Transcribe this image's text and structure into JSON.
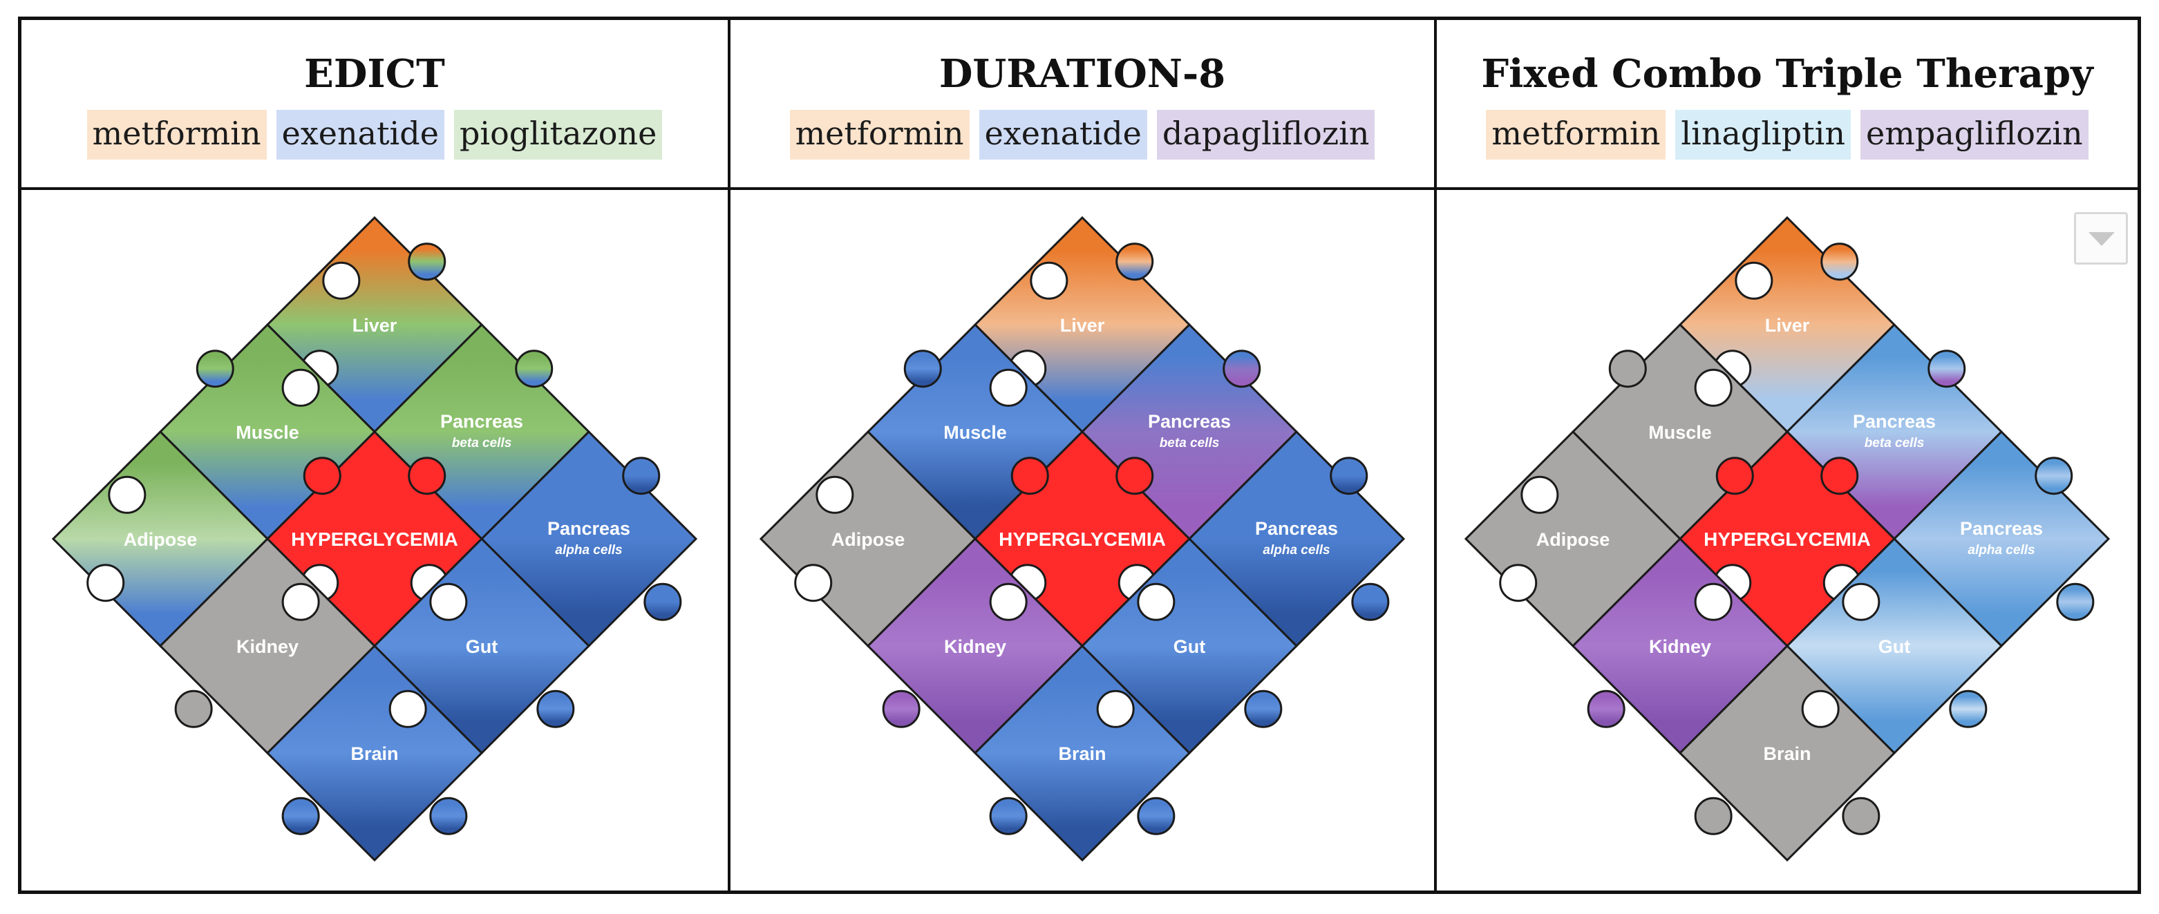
{
  "panels": [
    {
      "title": "EDICT",
      "drugs": [
        {
          "name": "metformin",
          "color": "#fbe3cc"
        },
        {
          "name": "exenatide",
          "color": "#cfdcf6"
        },
        {
          "name": "pioglitazone",
          "color": "#d9ebd3"
        }
      ],
      "pieces": {
        "liver": {
          "label": "Liver",
          "colors": [
            "#ea7a2c",
            "#8fc471",
            "#4d7fd0"
          ]
        },
        "muscle": {
          "label": "Muscle",
          "colors": [
            "#7cb35c",
            "#8fc471",
            "#4d7fd0"
          ]
        },
        "pbeta": {
          "label": "Pancreas",
          "sub": "beta cells",
          "colors": [
            "#7cb35c",
            "#8fc471",
            "#4d7fd0"
          ]
        },
        "adipose": {
          "label": "Adipose",
          "colors": [
            "#7cb35c",
            "#b9d9a8",
            "#4d7fd0"
          ]
        },
        "hyper": {
          "label": "HYPERGLYCEMIA",
          "colors": [
            "#ff2b2b",
            "#ff2b2b",
            "#ff2b2b"
          ]
        },
        "palpha": {
          "label": "Pancreas",
          "sub": "alpha cells",
          "colors": [
            "#4d7fd0",
            "#4d7fd0",
            "#2d55a0"
          ]
        },
        "kidney": {
          "label": "Kidney",
          "colors": [
            "#a9a7a5",
            "#a9a7a5",
            "#a9a7a5"
          ]
        },
        "gut": {
          "label": "Gut",
          "colors": [
            "#4d7fd0",
            "#5d8fdc",
            "#2d55a0"
          ]
        },
        "brain": {
          "label": "Brain",
          "colors": [
            "#4d7fd0",
            "#5d8fdc",
            "#2d55a0"
          ]
        }
      }
    },
    {
      "title": "DURATION-8",
      "drugs": [
        {
          "name": "metformin",
          "color": "#fbe3cc"
        },
        {
          "name": "exenatide",
          "color": "#cfdcf6"
        },
        {
          "name": "dapagliflozin",
          "color": "#ddd3ea"
        }
      ],
      "pieces": {
        "liver": {
          "label": "Liver",
          "colors": [
            "#ea7a2c",
            "#f2b98d",
            "#4d7fd0"
          ]
        },
        "muscle": {
          "label": "Muscle",
          "colors": [
            "#4d7fd0",
            "#5d8fdc",
            "#2d55a0"
          ]
        },
        "pbeta": {
          "label": "Pancreas",
          "sub": "beta cells",
          "colors": [
            "#4d7fd0",
            "#8d74c4",
            "#9960bd"
          ]
        },
        "adipose": {
          "label": "Adipose",
          "colors": [
            "#a9a7a5",
            "#a9a7a5",
            "#a9a7a5"
          ]
        },
        "hyper": {
          "label": "HYPERGLYCEMIA",
          "colors": [
            "#ff2b2b",
            "#ff2b2b",
            "#ff2b2b"
          ]
        },
        "palpha": {
          "label": "Pancreas",
          "sub": "alpha cells",
          "colors": [
            "#4d7fd0",
            "#4d7fd0",
            "#2d55a0"
          ]
        },
        "kidney": {
          "label": "Kidney",
          "colors": [
            "#9960bd",
            "#a878cc",
            "#8454b0"
          ]
        },
        "gut": {
          "label": "Gut",
          "colors": [
            "#4d7fd0",
            "#5d8fdc",
            "#2d55a0"
          ]
        },
        "brain": {
          "label": "Brain",
          "colors": [
            "#4d7fd0",
            "#5d8fdc",
            "#2d55a0"
          ]
        }
      }
    },
    {
      "title": "Fixed Combo Triple Therapy",
      "drugs": [
        {
          "name": "metformin",
          "color": "#fbe3cc"
        },
        {
          "name": "linagliptin",
          "color": "#d7eef8"
        },
        {
          "name": "empagliflozin",
          "color": "#ddd3ea"
        }
      ],
      "pieces": {
        "liver": {
          "label": "Liver",
          "colors": [
            "#ea7a2c",
            "#f2b98d",
            "#a8c8ec"
          ]
        },
        "muscle": {
          "label": "Muscle",
          "colors": [
            "#a9a7a5",
            "#a9a7a5",
            "#a9a7a5"
          ]
        },
        "pbeta": {
          "label": "Pancreas",
          "sub": "beta cells",
          "colors": [
            "#5b9bd9",
            "#a8c8ec",
            "#9960bd"
          ]
        },
        "adipose": {
          "label": "Adipose",
          "colors": [
            "#a9a7a5",
            "#a9a7a5",
            "#a9a7a5"
          ]
        },
        "hyper": {
          "label": "HYPERGLYCEMIA",
          "colors": [
            "#ff2b2b",
            "#ff2b2b",
            "#ff2b2b"
          ]
        },
        "palpha": {
          "label": "Pancreas",
          "sub": "alpha cells",
          "colors": [
            "#5b9bd9",
            "#a8c8ec",
            "#5b9bd9"
          ]
        },
        "kidney": {
          "label": "Kidney",
          "colors": [
            "#9960bd",
            "#a878cc",
            "#8454b0"
          ]
        },
        "gut": {
          "label": "Gut",
          "colors": [
            "#5b9bd9",
            "#c4dcf2",
            "#5b9bd9"
          ]
        },
        "brain": {
          "label": "Brain",
          "colors": [
            "#a9a7a5",
            "#a9a7a5",
            "#a9a7a5"
          ]
        }
      }
    }
  ]
}
